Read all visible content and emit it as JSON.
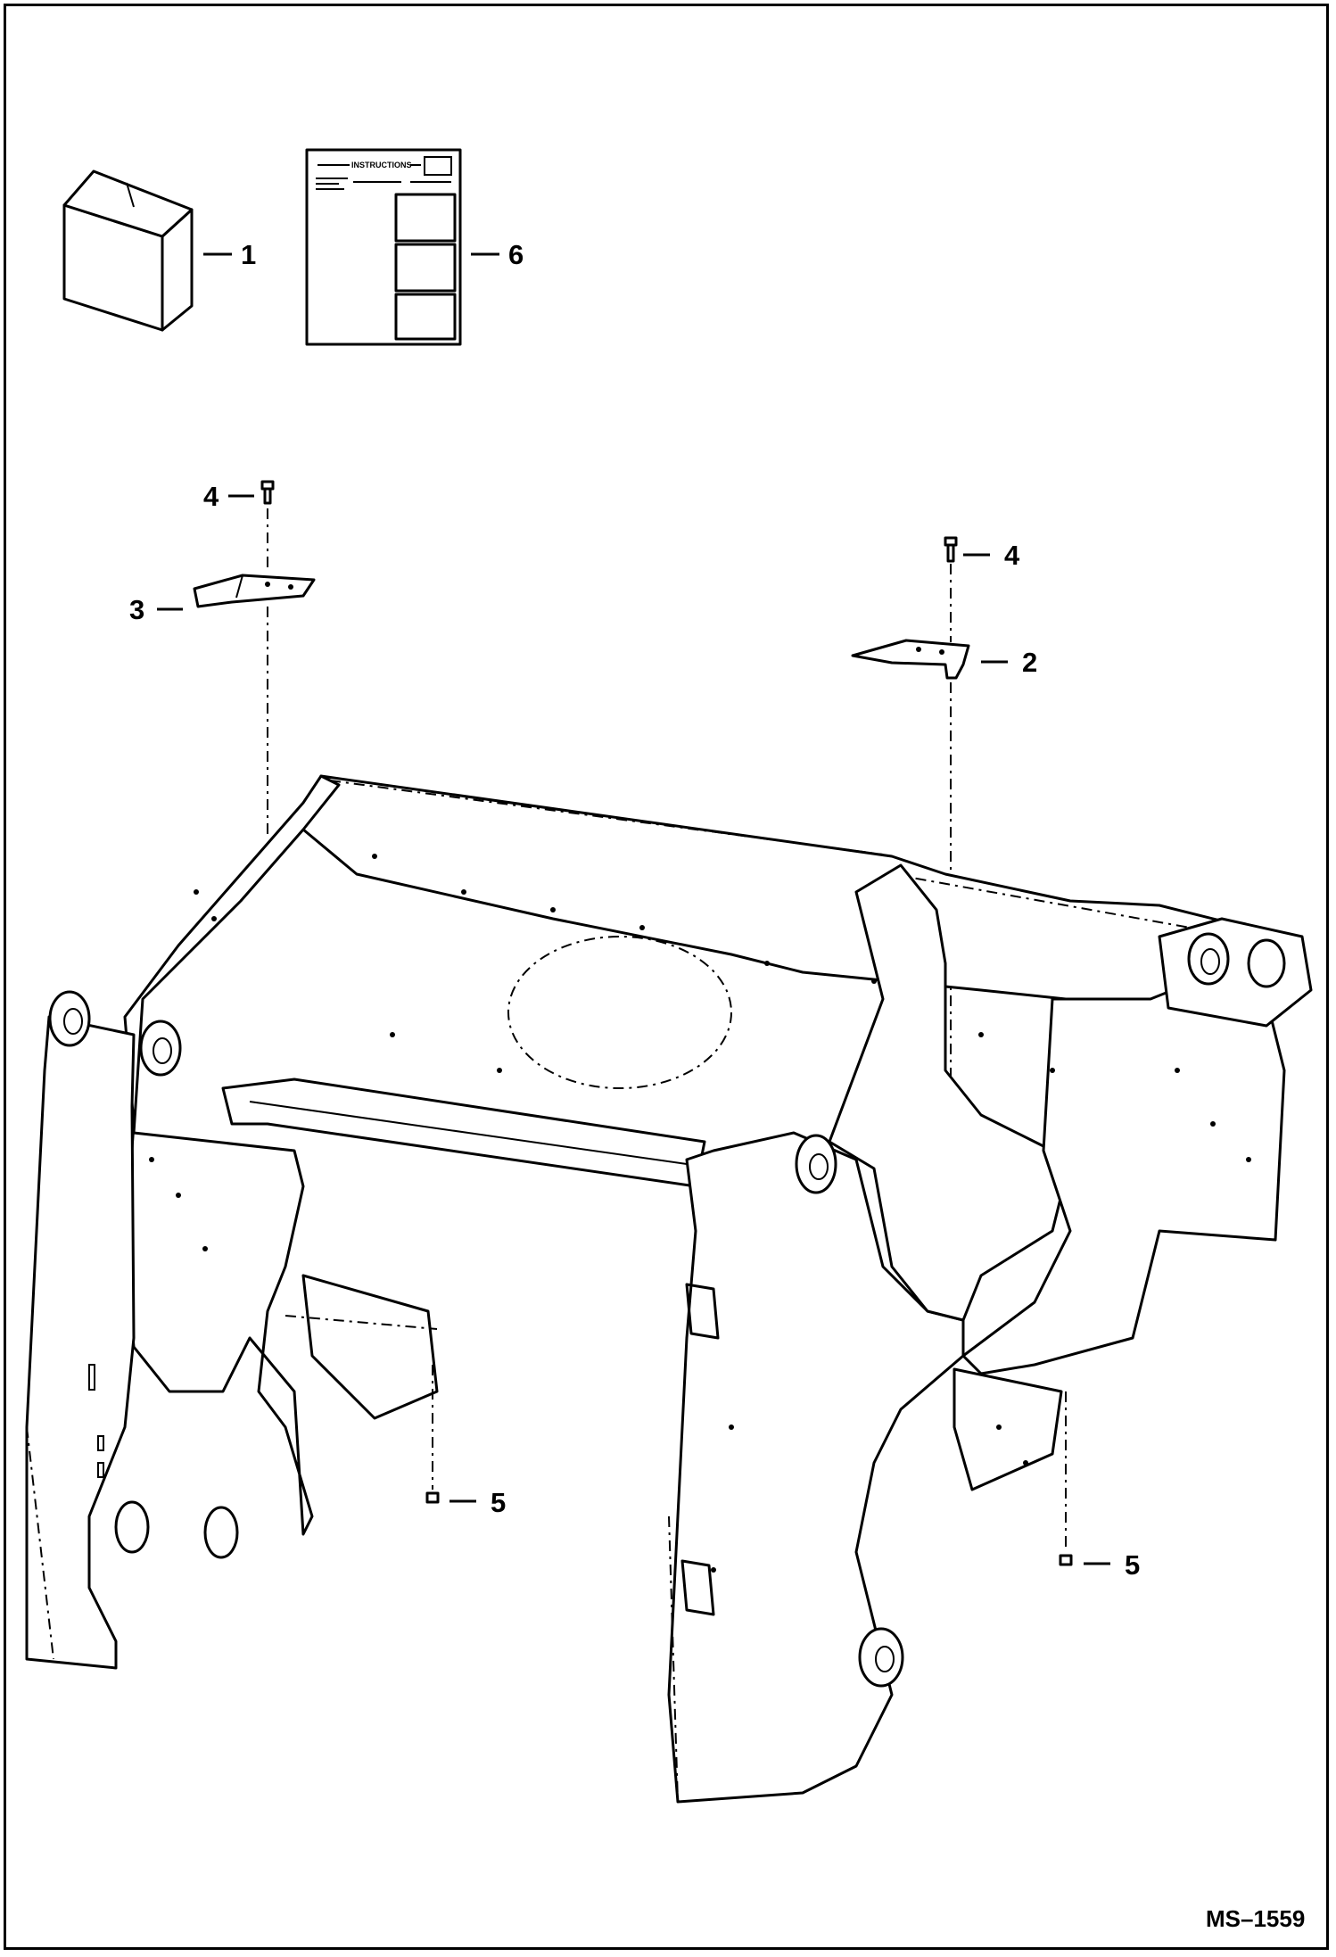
{
  "instructions_sheet": {
    "title": "INSTRUCTIONS"
  },
  "callouts": [
    "1",
    "6",
    "4",
    "4",
    "3",
    "2",
    "5",
    "5"
  ],
  "drawing_code": "MS–1559"
}
